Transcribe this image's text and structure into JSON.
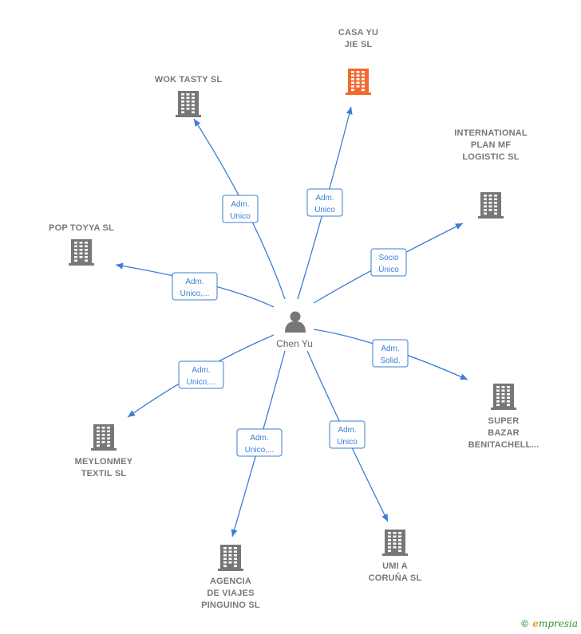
{
  "center": {
    "name": "Chen Yu",
    "icon": "person-icon",
    "color": "#777777"
  },
  "companies": [
    {
      "id": "casa-yu-jie",
      "lines": [
        "CASA YU",
        "JIE  SL"
      ],
      "icon": "building-icon",
      "color": "#f26a2e",
      "highlight": true
    },
    {
      "id": "wok-tasty",
      "lines": [
        "WOK TASTY SL"
      ],
      "icon": "building-icon",
      "color": "#777777"
    },
    {
      "id": "international-plan-mf",
      "lines": [
        "INTERNATIONAL",
        "PLAN MF",
        "LOGISTIC  SL"
      ],
      "icon": "building-icon",
      "color": "#777777"
    },
    {
      "id": "pop-toyya",
      "lines": [
        "POP TOYYA  SL"
      ],
      "icon": "building-icon",
      "color": "#777777"
    },
    {
      "id": "super-bazar",
      "lines": [
        "SUPER",
        "BAZAR",
        "BENITACHELL..."
      ],
      "icon": "building-icon",
      "color": "#777777"
    },
    {
      "id": "meylonmey",
      "lines": [
        "MEYLONMEY",
        "TEXTIL  SL"
      ],
      "icon": "building-icon",
      "color": "#777777"
    },
    {
      "id": "agencia-viajes",
      "lines": [
        "AGENCIA",
        "DE VIAJES",
        "PINGUINO  SL"
      ],
      "icon": "building-icon",
      "color": "#777777"
    },
    {
      "id": "umi-coruna",
      "lines": [
        "UMI A",
        "CORUÑA  SL"
      ],
      "icon": "building-icon",
      "color": "#777777"
    }
  ],
  "relations": [
    {
      "target": "casa-yu-jie",
      "lines": [
        "Adm.",
        "Unico"
      ]
    },
    {
      "target": "wok-tasty",
      "lines": [
        "Adm.",
        "Unico"
      ]
    },
    {
      "target": "international-plan-mf",
      "lines": [
        "Socio",
        "Único"
      ]
    },
    {
      "target": "pop-toyya",
      "lines": [
        "Adm.",
        "Unico,..."
      ]
    },
    {
      "target": "super-bazar",
      "lines": [
        "Adm.",
        "Solid."
      ]
    },
    {
      "target": "meylonmey",
      "lines": [
        "Adm.",
        "Unico,..."
      ]
    },
    {
      "target": "agencia-viajes",
      "lines": [
        "Adm.",
        "Unico,..."
      ]
    },
    {
      "target": "umi-coruna",
      "lines": [
        "Adm.",
        "Unico"
      ]
    }
  ],
  "colors": {
    "edge": "#3b7ed6",
    "highlight": "#f26a2e",
    "node": "#777777"
  },
  "footer": {
    "copyright": "©",
    "brand_initial": "e",
    "brand_rest": "mpresia"
  }
}
